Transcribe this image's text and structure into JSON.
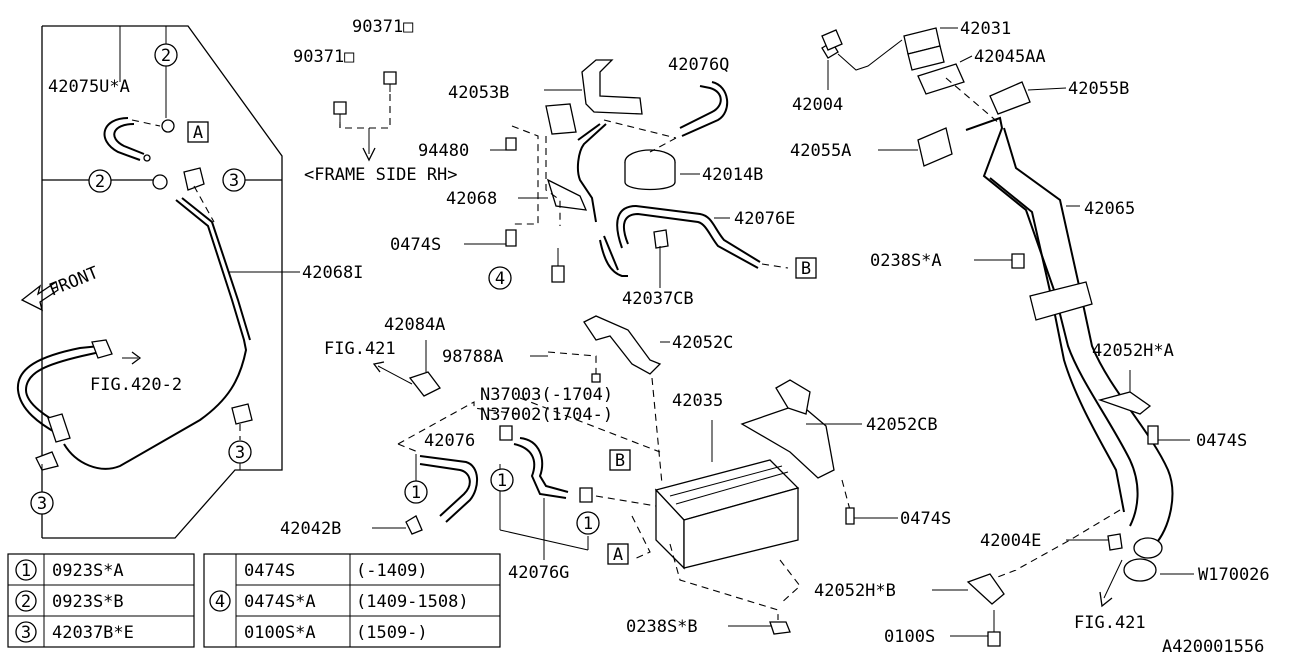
{
  "diagram_id": "A420001556",
  "parts": {
    "p90371_a": "90371□",
    "p90371_b": "90371□",
    "p42053B": "42053B",
    "p42076Q": "42076Q",
    "p42031": "42031",
    "p42045AA": "42045AA",
    "p42004": "42004",
    "p42055B": "42055B",
    "p42055A": "42055A",
    "p42075U": "42075U*A",
    "p94480": "94480",
    "frame_side": "<FRAME SIDE RH>",
    "p42014B": "42014B",
    "p42068": "42068",
    "p42065": "42065",
    "p42076E": "42076E",
    "p0474S_a": "0474S",
    "p42068I": "42068I",
    "p0238S_A": "0238S*A",
    "p42037CB": "42037CB",
    "front": "FRONT",
    "p42084A": "42084A",
    "p42052C": "42052C",
    "fig421_a": "FIG.421",
    "p98788A": "98788A",
    "p42052HA": "42052H*A",
    "fig420_2": "FIG.420-2",
    "n37003": "N37003(-1704)",
    "n37002": "N37002(1704-)",
    "p42035": "42035",
    "p42052CB": "42052CB",
    "p0474S_b": "0474S",
    "p42076": "42076",
    "p0474S_c": "0474S",
    "p42042B": "42042B",
    "p42004E": "42004E",
    "p42076G": "42076G",
    "p42052HB": "42052H*B",
    "p0238S_B": "0238S*B",
    "p0100S": "0100S",
    "w170026": "W170026",
    "fig421_b": "FIG.421"
  },
  "callouts": {
    "c1": "1",
    "c2": "2",
    "c3": "3",
    "c4": "4",
    "ref_A": "A",
    "ref_B": "B"
  },
  "legend_left": [
    {
      "num": "1",
      "part": "0923S*A"
    },
    {
      "num": "2",
      "part": "0923S*B"
    },
    {
      "num": "3",
      "part": "42037B*E"
    }
  ],
  "legend_right": {
    "num": "4",
    "rows": [
      {
        "part": "0474S",
        "range": "(-1409)"
      },
      {
        "part": "0474S*A",
        "range": "(1409-1508)"
      },
      {
        "part": "0100S*A",
        "range": "(1509-)"
      }
    ]
  }
}
